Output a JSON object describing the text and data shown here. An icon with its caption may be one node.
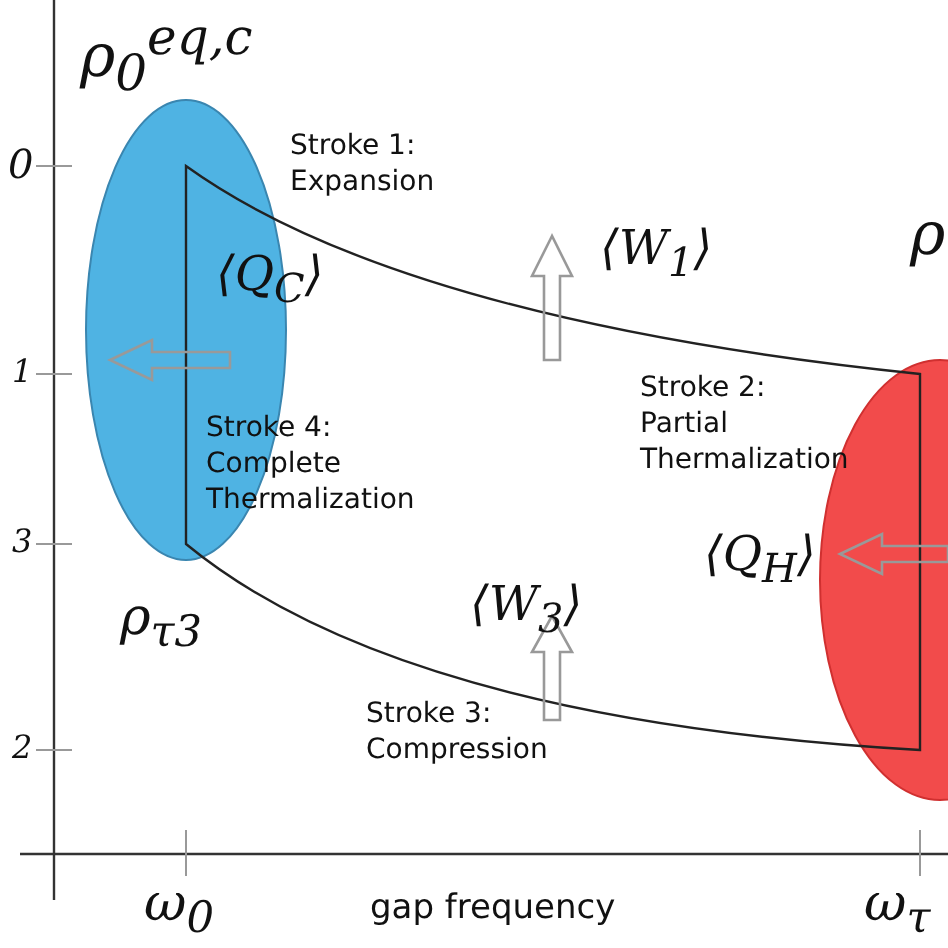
{
  "diagram": {
    "nodes": [
      {
        "text": [
          "ρ$_{0}$$^{eq,c}$"
        ],
        "beside": [
          "ρ$_{τ3}$"
        ]
      },
      {
        "text": [
          "ρ"
        ]
      }
    ],
    "labels": [
      "0",
      "1",
      "3",
      "2",
      "Stroke 1: Expansion",
      "⟨W$_{1}$⟩",
      "⟨Q$_{C}$⟩",
      "Stroke 2: Partial Thermalization",
      "Stroke 4: Complete Thermalization",
      "⟨Q$_{H}$⟩",
      "⟨W$_{3}$⟩",
      "Stroke 3: Compression",
      "ω$_{0}$",
      "gap frequency",
      "ω$_{τ}$"
    ]
  }
}
